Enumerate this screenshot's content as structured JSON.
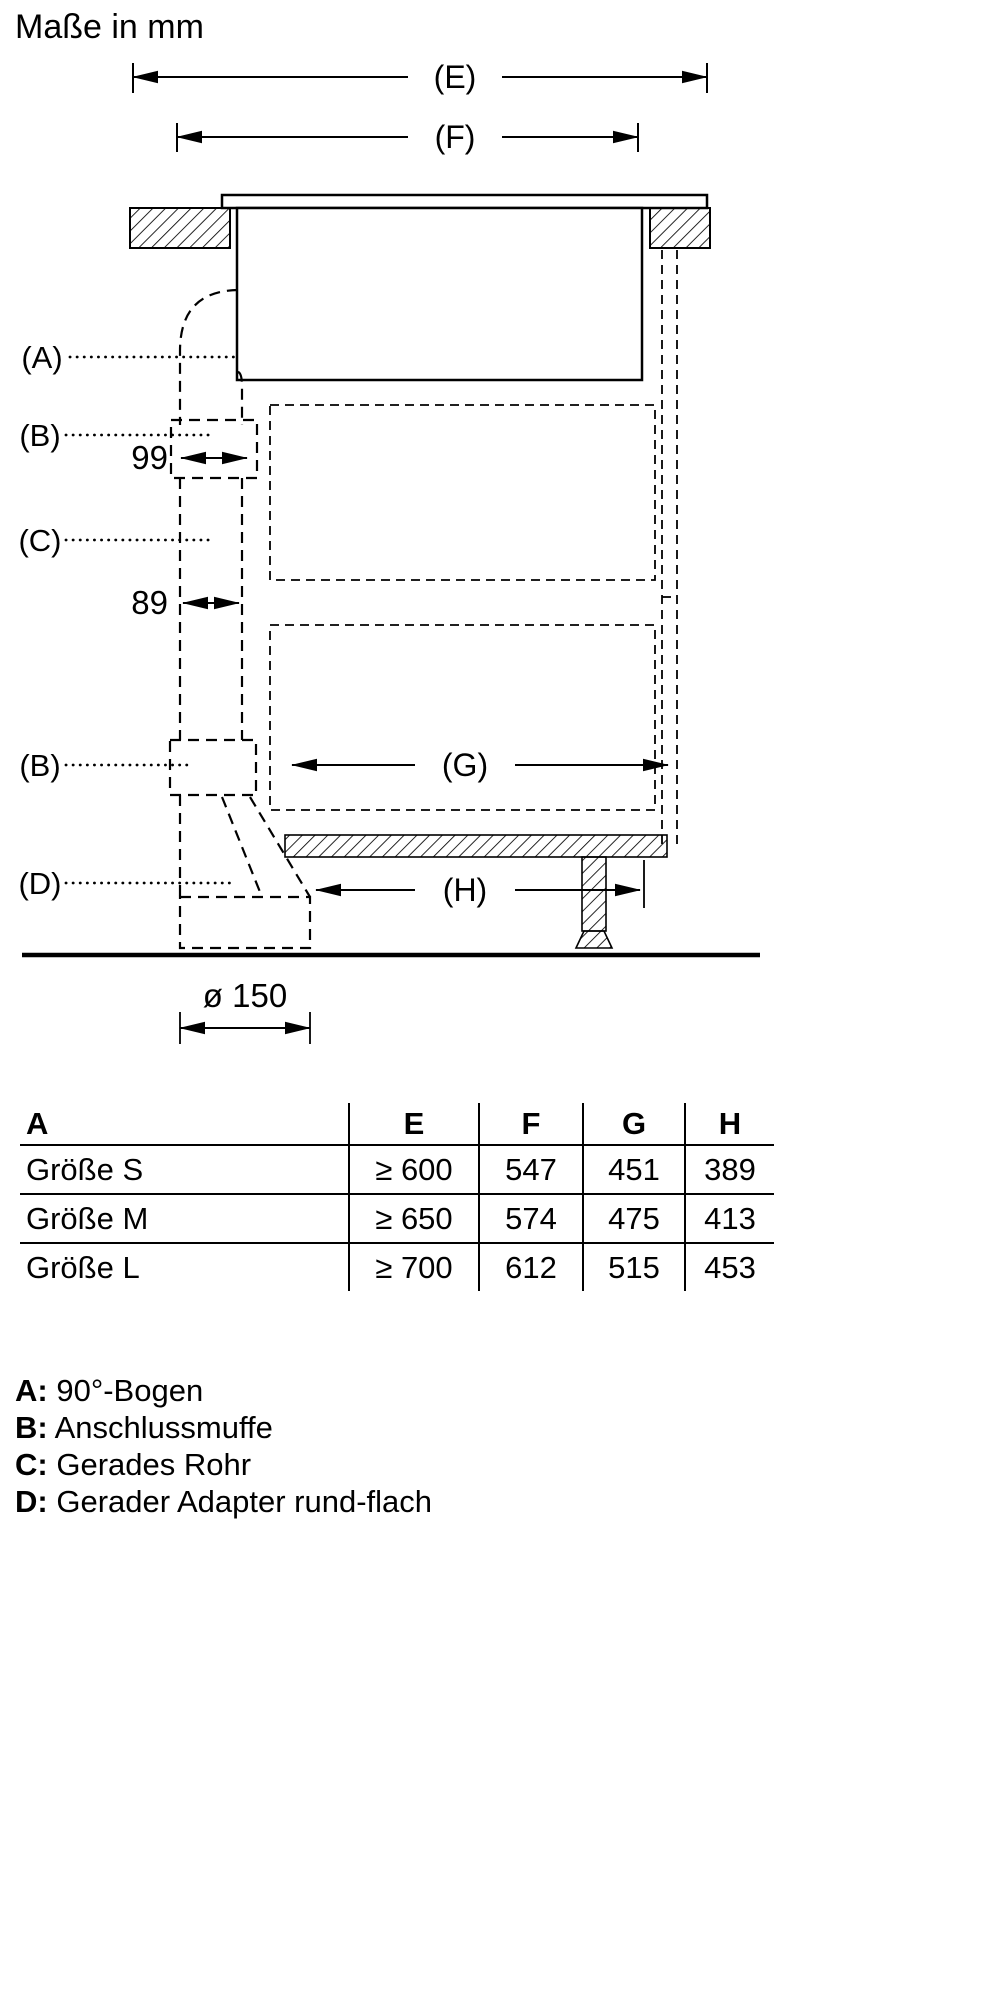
{
  "title": "Maße in mm",
  "diagram": {
    "dim_e_label": "(E)",
    "dim_f_label": "(F)",
    "dim_g_label": "(G)",
    "dim_h_label": "(H)",
    "part_a_label": "(A)",
    "part_b1_label": "(B)",
    "part_c_label": "(C)",
    "part_b2_label": "(B)",
    "part_d_label": "(D)",
    "dim_99": "99",
    "dim_89": "89",
    "dim_diameter": "ø 150"
  },
  "table": {
    "headers": [
      "A",
      "E",
      "F",
      "G",
      "H"
    ],
    "rows": [
      {
        "label": "Größe S",
        "e": "≥ 600",
        "f": "547",
        "g": "451",
        "h": "389"
      },
      {
        "label": "Größe M",
        "e": "≥ 650",
        "f": "574",
        "g": "475",
        "h": "413"
      },
      {
        "label": "Größe L",
        "e": "≥ 700",
        "f": "612",
        "g": "515",
        "h": "453"
      }
    ]
  },
  "legend": [
    {
      "key": "A:",
      "text": "90°-Bogen"
    },
    {
      "key": "B:",
      "text": "Anschlussmuffe"
    },
    {
      "key": "C:",
      "text": "Gerades Rohr"
    },
    {
      "key": "D:",
      "text": "Gerader Adapter rund-flach"
    }
  ]
}
